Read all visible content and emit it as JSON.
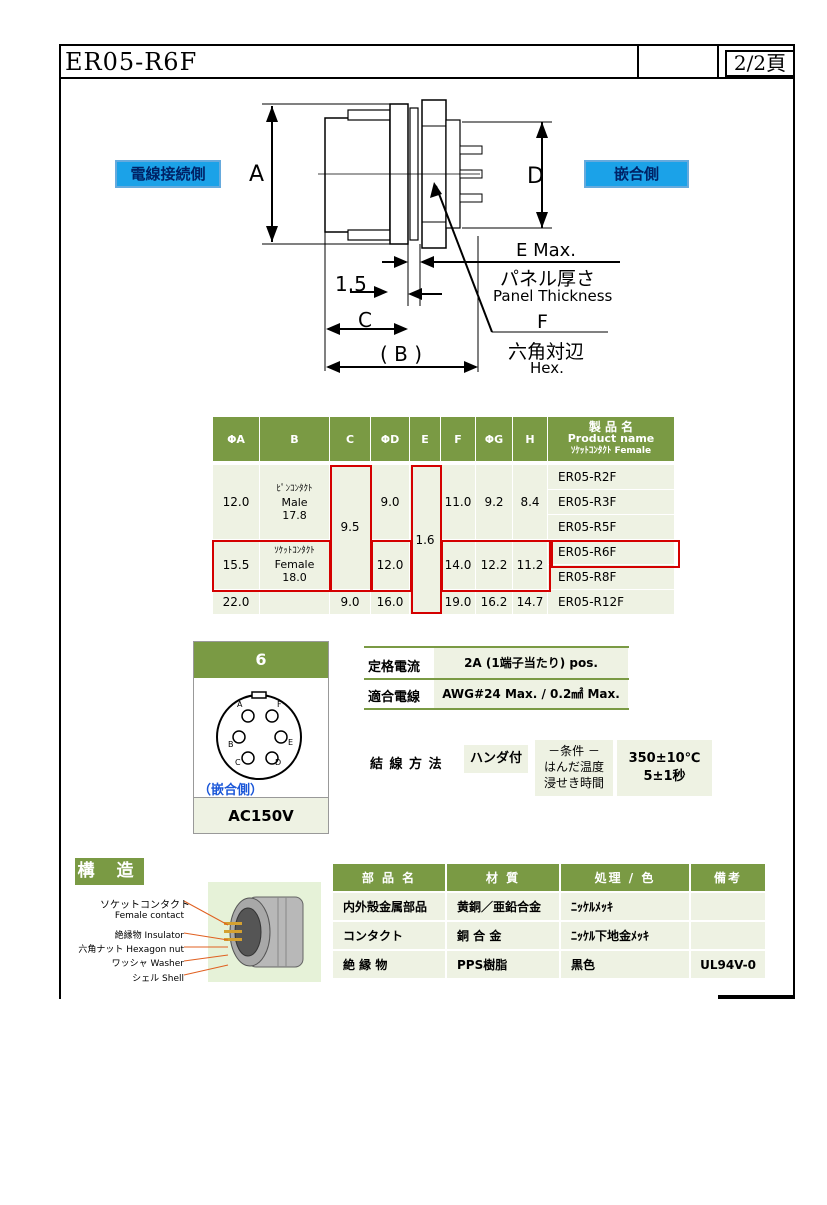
{
  "header": {
    "title": "ER05-R6F",
    "page": "2/2頁"
  },
  "drawing": {
    "wire_side": "電線接続側",
    "mating_side": "嵌合側",
    "labels": {
      "a": "A",
      "d": "D",
      "e_max": "E Max.",
      "panel_jp": "パネル厚さ",
      "panel_en": "Panel Thickness",
      "f": "F",
      "hex_jp": "六角対辺",
      "hex_en": "Hex.",
      "dim_1_5": "1.5",
      "c": "C",
      "b": "( B )"
    }
  },
  "dim_table": {
    "headers": [
      "ΦA",
      "B",
      "C",
      "ΦD",
      "E",
      "F",
      "ΦG",
      "H"
    ],
    "product_header": {
      "jp": "製 品 名",
      "en": "Product name",
      "sub": "ｿｹｯﾄｺﾝﾀｸﾄ Female"
    },
    "male_group": {
      "a": "12.0",
      "b_line1": "ﾋﾟﾝｺﾝﾀｸﾄ",
      "b_line2": "Male",
      "b_line3": "17.8",
      "d": "9.0",
      "f": "11.0",
      "g": "9.2",
      "h": "8.4"
    },
    "c_shared": "9.5",
    "e_shared": "1.6",
    "female_group": {
      "a": "15.5",
      "b_line1": "ｿｹｯﾄｺﾝﾀｸﾄ",
      "b_line2": "Female",
      "b_line3": "18.0",
      "d": "12.0",
      "f": "14.0",
      "g": "12.2",
      "h": "11.2"
    },
    "last_row": {
      "a": "22.0",
      "c": "9.0",
      "d": "16.0",
      "f": "19.0",
      "g": "16.2",
      "h": "14.7"
    },
    "products": [
      "ER05-R2F",
      "ER05-R3F",
      "ER05-R5F",
      "ER05-R6F",
      "ER05-R8F",
      "ER05-R12F"
    ]
  },
  "pin_card": {
    "count": "6",
    "pins": [
      "A",
      "F",
      "B",
      "E",
      "C",
      "D"
    ],
    "mating_label": "（嵌合側）",
    "voltage": "AC150V"
  },
  "specs": {
    "rated_current_label": "定格電流",
    "rated_current_value": "2A (1端子当たり) pos.",
    "wire_label": "適合電線",
    "wire_value": "AWG#24 Max.  / 0.2㎟  Max.",
    "method_label": "結 線 方 法",
    "method_value": "ハンダ付",
    "condition_title": "－条件 －",
    "condition_line1": "はんだ温度",
    "condition_line2": "浸せき時間",
    "condition_temp": "350±10℃",
    "condition_time": "5±1秒"
  },
  "structure": {
    "title": "構 造",
    "callouts": [
      {
        "jp": "ソケットコンタクト",
        "en": "Female contact"
      },
      {
        "jp": "絶縁物",
        "en": "Insulator"
      },
      {
        "jp": "六角ナット",
        "en": "Hexagon nut"
      },
      {
        "jp": "ワッシャ",
        "en": "Washer"
      },
      {
        "jp": "シェル",
        "en": "Shell"
      }
    ]
  },
  "parts_table": {
    "headers": [
      "部 品 名",
      "材 質",
      "処理 / 色",
      "備考"
    ],
    "rows": [
      [
        "内外殻金属部品",
        "黄銅／亜鉛合金",
        "ﾆｯｹﾙﾒｯｷ",
        ""
      ],
      [
        "コンタクト",
        "銅 合 金",
        "ﾆｯｹﾙ下地金ﾒｯｷ",
        ""
      ],
      [
        "絶 縁 物",
        "PPS樹脂",
        "黒色",
        "UL94V-0"
      ]
    ]
  },
  "colors": {
    "header_green": "#7a9a44",
    "cell_green": "#eef2e3",
    "highlight_red": "#d40000",
    "side_label_blue": "#1ba2e8",
    "mating_blue": "#1b57d8"
  }
}
